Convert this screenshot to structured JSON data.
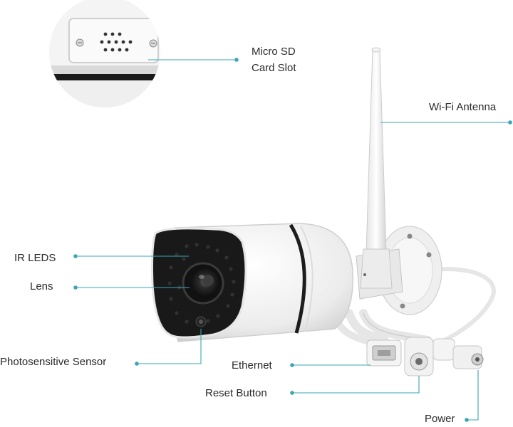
{
  "labels": {
    "micro_sd_line1": "Micro SD",
    "micro_sd_line2": "Card Slot",
    "wifi_antenna": "Wi-Fi Antenna",
    "ir_leds": "IR LEDS",
    "lens": "Lens",
    "photosensitive_sensor": "Photosensitive Sensor",
    "ethernet": "Ethernet",
    "reset_button": "Reset Button",
    "power": "Power"
  },
  "colors": {
    "leader_line": "#3aa6b5",
    "camera_body": "#f2f2f2",
    "camera_face": "#1c1c1c",
    "text": "#2a2a2a"
  }
}
